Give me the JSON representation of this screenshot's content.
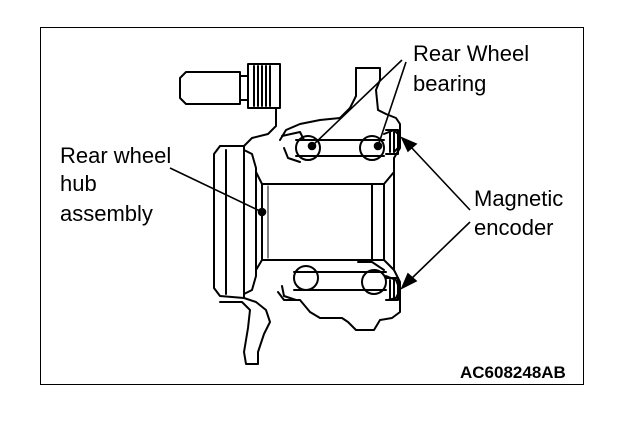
{
  "labels": {
    "bearing_line1": "Rear Wheel",
    "bearing_line2": "bearing",
    "hub_line1": "Rear wheel",
    "hub_line2": "hub",
    "hub_line3": "assembly",
    "encoder_line1": "Magnetic",
    "encoder_line2": "encoder"
  },
  "figure_code": "AC608248AB",
  "colors": {
    "ink": "#000000",
    "background": "#ffffff"
  }
}
